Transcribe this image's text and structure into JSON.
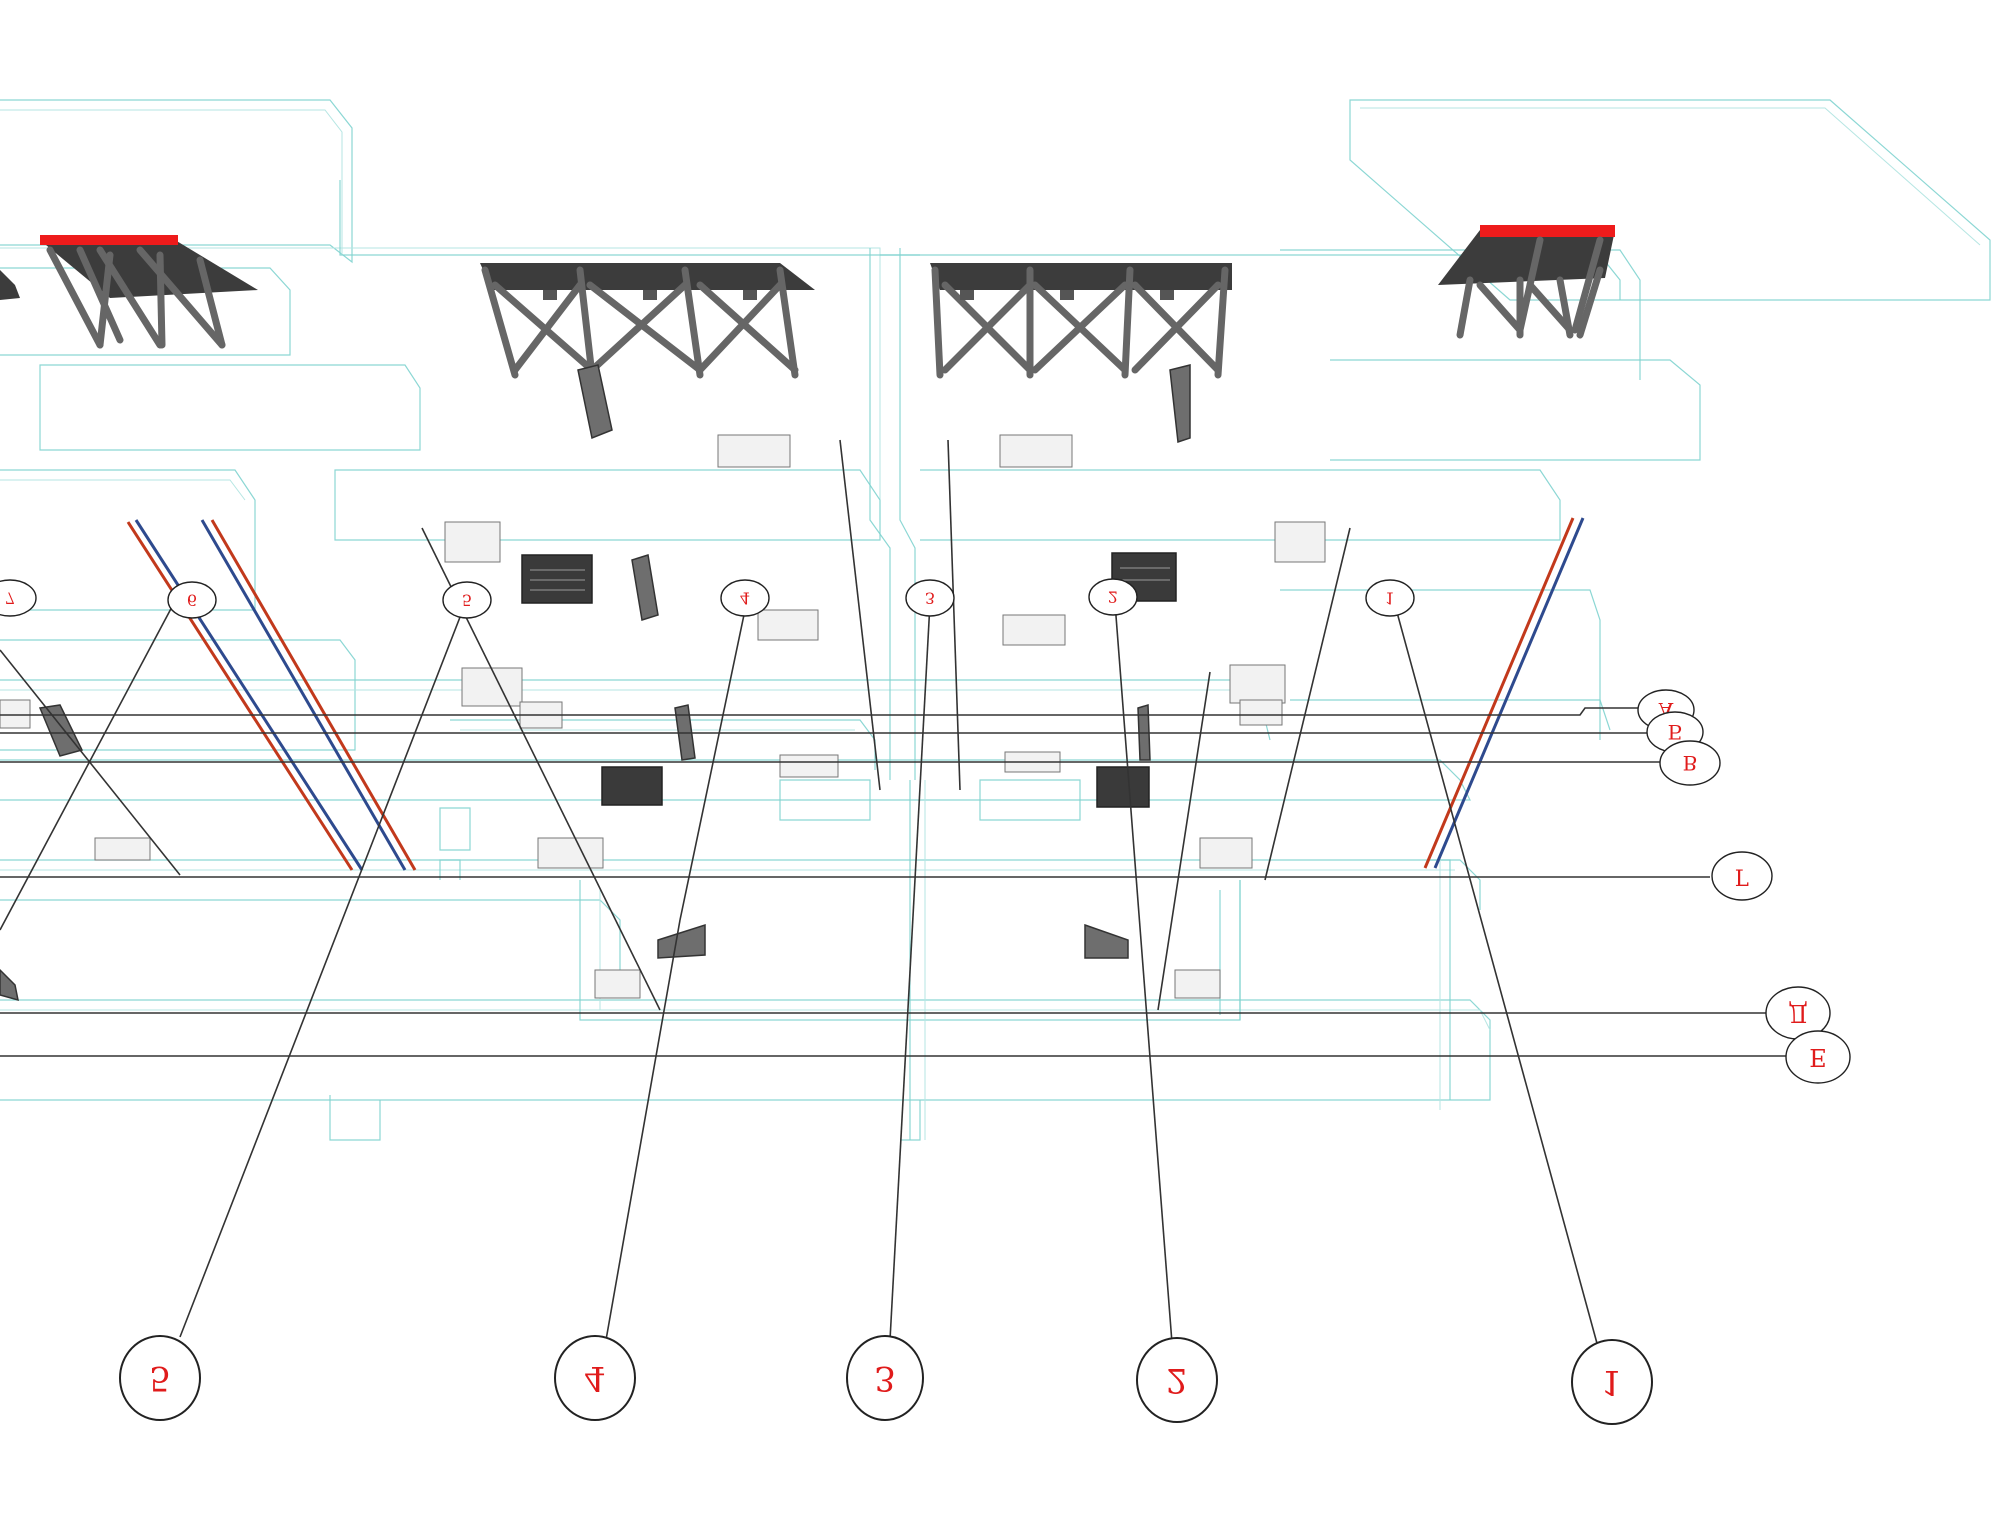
{
  "axes_bottom": [
    {
      "label": "5"
    },
    {
      "label": "4"
    },
    {
      "label": "3"
    },
    {
      "label": "2"
    },
    {
      "label": "1"
    }
  ],
  "axes_top": [
    {
      "label": "7"
    },
    {
      "label": "6"
    },
    {
      "label": "5"
    },
    {
      "label": "4"
    },
    {
      "label": "3"
    },
    {
      "label": "2"
    },
    {
      "label": "1"
    }
  ],
  "axes_right": [
    {
      "label": "А"
    },
    {
      "label": "Б"
    },
    {
      "label": "В"
    },
    {
      "label": "Г"
    },
    {
      "label": "Д"
    },
    {
      "label": "Е"
    }
  ],
  "colors": {
    "label": "#e01b1b",
    "wireframe": "#7fd3cf",
    "canopy_highlight": "#ee1b1b",
    "pipe_supply": "#c2391c",
    "pipe_return": "#2e4a8e"
  }
}
